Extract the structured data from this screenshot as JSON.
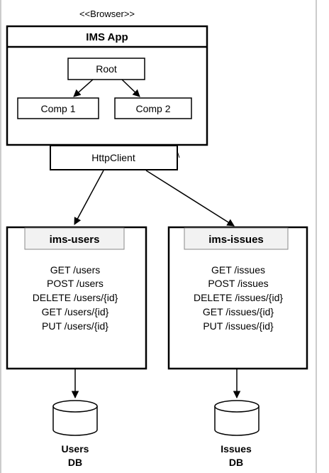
{
  "browser": {
    "stereotype": "<<Browser>>",
    "app_title": "IMS App",
    "components": {
      "root": "Root",
      "comp1": "Comp 1",
      "comp2": "Comp 2"
    },
    "http_client": "HttpClient"
  },
  "services": [
    {
      "id": "users",
      "name": "ims-users",
      "endpoints": [
        "GET /users",
        "POST /users",
        "DELETE /users/{id}",
        "GET /users/{id}",
        "PUT /users/{id}"
      ],
      "db": {
        "line1": "Users",
        "line2": "DB"
      }
    },
    {
      "id": "issues",
      "name": "ims-issues",
      "endpoints": [
        "GET /issues",
        "POST /issues",
        "DELETE /issues/{id}",
        "GET /issues/{id}",
        "PUT /issues/{id}"
      ],
      "db": {
        "line1": "Issues",
        "line2": "DB"
      }
    }
  ]
}
